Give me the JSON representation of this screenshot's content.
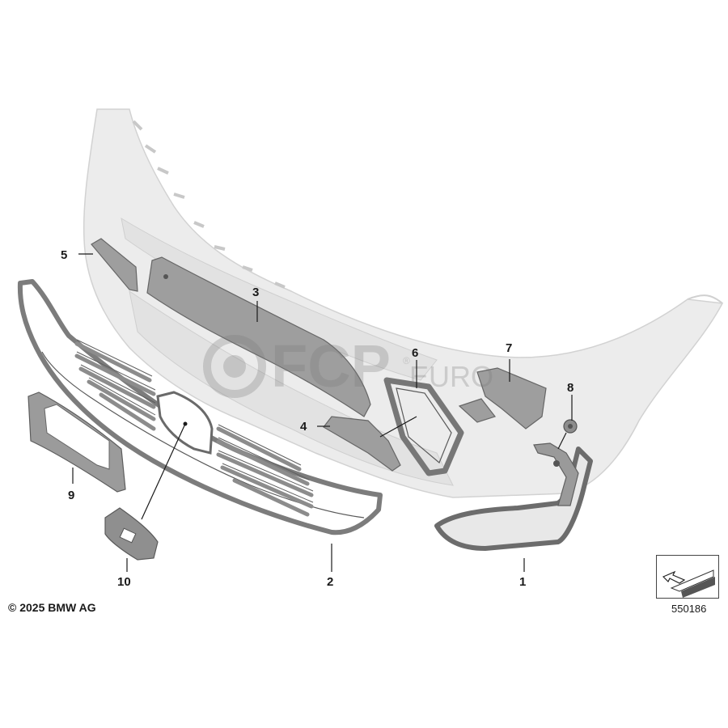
{
  "callouts": [
    {
      "num": "1",
      "part": "lower-trim-frame-right"
    },
    {
      "num": "2",
      "part": "lower-grille"
    },
    {
      "num": "3",
      "part": "center-trim-strip"
    },
    {
      "num": "4",
      "part": "small-cover-left"
    },
    {
      "num": "5",
      "part": "side-trim-left"
    },
    {
      "num": "6",
      "part": "air-inlet-frame"
    },
    {
      "num": "7",
      "part": "air-duct-right"
    },
    {
      "num": "8",
      "part": "clip"
    },
    {
      "num": "9",
      "part": "license-plate-base"
    },
    {
      "num": "10",
      "part": "sensor-holder"
    }
  ],
  "copyright": "© 2025 BMW AG",
  "diagram_id": "550186",
  "watermark": {
    "main": "FCP",
    "secondary": "EURO",
    "registered": "®"
  },
  "icons": {
    "direction_icon": "arrow-to-block-icon"
  },
  "colors": {
    "bumper": "#ececec",
    "parts": "#8a8a8a",
    "text": "#1a1a1a"
  }
}
